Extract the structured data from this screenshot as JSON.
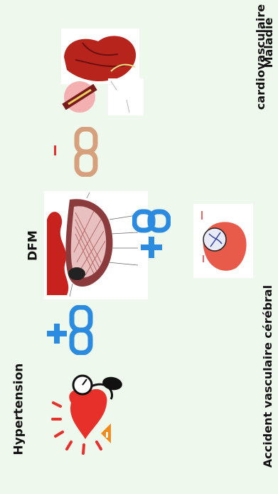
{
  "labels": {
    "hypertension": "Hypertension",
    "dfm": "DFM",
    "cardio_line1": "Maladie",
    "cardio_line2": "cardiovasculaire",
    "avc": "Accident vasculaire cérébral"
  },
  "colors": {
    "background": "#eff8ec",
    "link_blue": "#2a8be0",
    "link_tan": "#d6a07d",
    "heart_red": "#e8302a",
    "warning_orange": "#f08a1a"
  },
  "icons": [
    "heart-blood-pressure-icon",
    "plus-icon",
    "chain-link-icon",
    "dfm-diagram-image",
    "brain-vessels-image",
    "heart-disease-image",
    "artery-plaque-image"
  ]
}
